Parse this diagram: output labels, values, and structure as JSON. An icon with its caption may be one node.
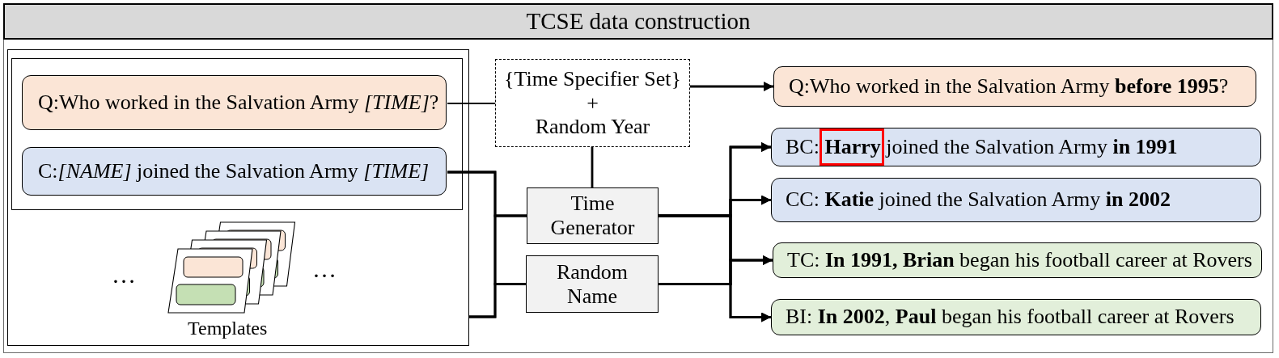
{
  "diagram": {
    "title": "TCSE data construction",
    "nodes": [
      {
        "text": [],
        "shape": "box"
      },
      {
        "text": [],
        "shape": "box",
        "in": 0
      },
      {
        "text": [
          "Q:Who worked in the Salvation Army *[TIME]*?"
        ],
        "in": 1
      },
      {
        "text": [
          "C:*[NAME]* joined the Salvation Army *[TIME]*"
        ],
        "in": 1
      },
      {
        "text": [
          "{Time Specifier Set}",
          "+",
          "Random Year"
        ]
      },
      {
        "text": [
          "Time Generator"
        ]
      },
      {
        "text": [
          "Random Name"
        ]
      },
      {
        "text": [
          "Q:Who worked in the Salvation Army **before 1995**?"
        ]
      },
      {
        "text": [
          "BC: **Harry** joined the Salvation Army **in 1991**"
        ]
      },
      {
        "text": [
          "CC: **Katie** joined the Salvation Army **in 2002**"
        ]
      },
      {
        "text": [
          "TC: **In 1991, Brian** began his football career at Rovers"
        ]
      },
      {
        "text": [
          "BI: **In 2002**, **Paul** began his football career at Rovers"
        ]
      }
    ],
    "edges": [
      {
        "from": 2,
        "to": 4,
        "arrow": "none"
      },
      {
        "from": 3,
        "to": 5,
        "arrow": "none"
      },
      {
        "from": 3,
        "to": 6,
        "arrow": "none"
      },
      {
        "from": 0,
        "to": 5,
        "arrow": "none"
      },
      {
        "from": 0,
        "to": 6,
        "arrow": "none"
      },
      {
        "from": 4,
        "to": 5,
        "arrow": "none"
      },
      {
        "from": 4,
        "to": 7,
        "arrow": "to"
      },
      {
        "from": 5,
        "to": 8,
        "arrow": "to"
      },
      {
        "from": 5,
        "to": 9,
        "arrow": "to"
      },
      {
        "from": 5,
        "to": 10,
        "arrow": "to"
      },
      {
        "from": 5,
        "to": 11,
        "arrow": "to"
      },
      {
        "from": 6,
        "to": 8,
        "arrow": "to"
      },
      {
        "from": 6,
        "to": 9,
        "arrow": "to"
      },
      {
        "from": 6,
        "to": 10,
        "arrow": "to"
      },
      {
        "from": 6,
        "to": 11,
        "arrow": "to"
      }
    ],
    "labels": [
      "…",
      "Templates",
      "…"
    ]
  }
}
